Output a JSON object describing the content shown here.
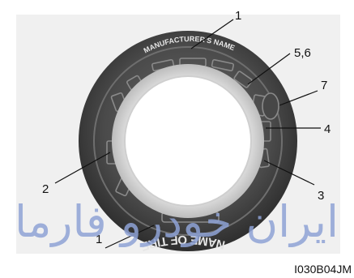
{
  "diagram": {
    "sidewall_texts": {
      "manufacturer": "MANUFACTURER'S NAME",
      "tire_name": "NAME OF TIRE"
    },
    "callouts": [
      {
        "id": "c1_top",
        "label": "1"
      },
      {
        "id": "c56",
        "label": "5,6"
      },
      {
        "id": "c7",
        "label": "7"
      },
      {
        "id": "c4",
        "label": "4"
      },
      {
        "id": "c3",
        "label": "3"
      },
      {
        "id": "c2",
        "label": "2"
      },
      {
        "id": "c1_bottom",
        "label": "1"
      }
    ],
    "image_code": "I030B04JM",
    "watermark": "ایران خودرو فارما"
  },
  "colors": {
    "panel_bg": "#f0f0f0",
    "tire_outer": "#3d3d3d",
    "tire_mid": "#5a5a5a",
    "rim_light": "#d9d9d9",
    "callout_line": "#111111",
    "watermark": "#8fa3d6"
  }
}
